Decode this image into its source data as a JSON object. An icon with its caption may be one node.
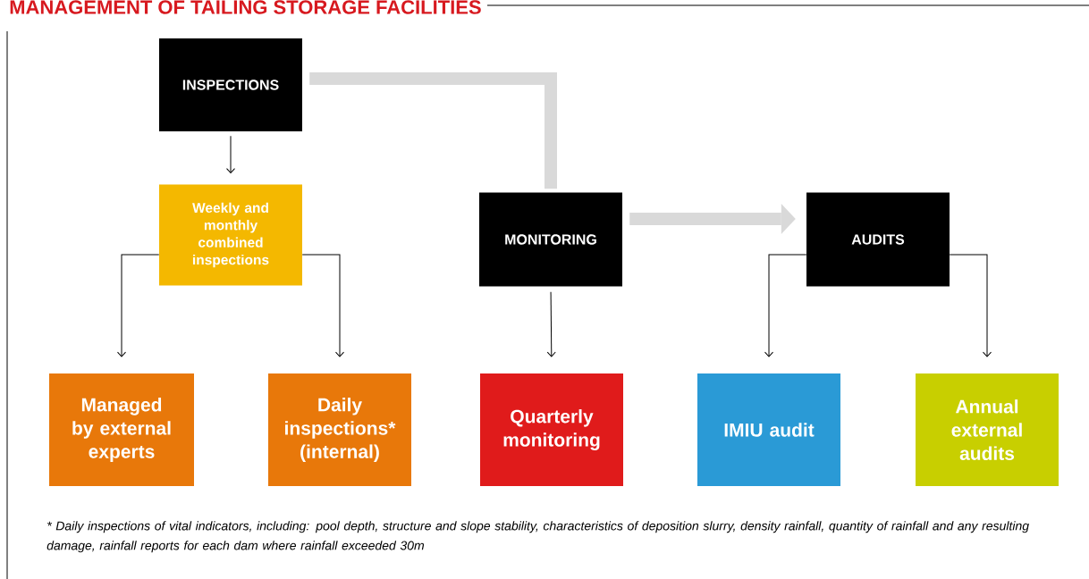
{
  "diagram": {
    "title": "MANAGEMENT OF TAILING STORAGE FACILITIES",
    "nodes": [
      {
        "text": [
          "INSPECTIONS"
        ]
      },
      {
        "text": [
          "Weekly and monthly combined inspections"
        ]
      },
      {
        "text": [
          "MONITORING"
        ]
      },
      {
        "text": [
          "AUDITS"
        ]
      },
      {
        "text": [
          "Managed by external experts"
        ]
      },
      {
        "text": [
          "Daily inspections* (internal)"
        ]
      },
      {
        "text": [
          "Quarterly monitoring"
        ]
      },
      {
        "text": [
          "IMIU audit"
        ]
      },
      {
        "text": [
          "Annual external audits"
        ]
      }
    ],
    "edges": [
      {
        "from": 0,
        "to": 1,
        "arrow": "to"
      },
      {
        "from": 1,
        "to": 4,
        "arrow": "to"
      },
      {
        "from": 1,
        "to": 5,
        "arrow": "to"
      },
      {
        "from": 0,
        "to": 2,
        "arrow": "none",
        "style": "thick",
        "color": "#d9d9d9"
      },
      {
        "from": 2,
        "to": 3,
        "arrow": "to",
        "style": "thick",
        "color": "#d9d9d9"
      },
      {
        "from": 2,
        "to": 6,
        "arrow": "to"
      },
      {
        "from": 3,
        "to": 7,
        "arrow": "to"
      },
      {
        "from": 3,
        "to": 8,
        "arrow": "to"
      }
    ],
    "labels": [
      "* Daily inspections of vital indicators, including: pool depth, structure and slope stability, characteristics of deposition slurry, density rainfall, quantity of rainfall and any resulting damage, rainfall reports for each dam where rainfall exceeded 30m"
    ]
  }
}
